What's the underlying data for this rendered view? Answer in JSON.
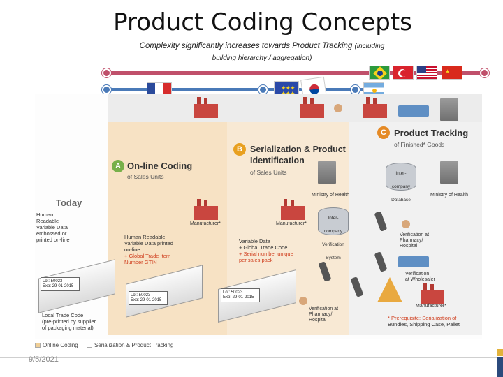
{
  "slide": {
    "title": "Product Coding Concepts",
    "subtitle_main": "Complexity significantly increases towards Product Tracking",
    "subtitle_paren_1": "(including",
    "subtitle_paren_2": "building hierarchy / aggregation)",
    "date": "9/5/2021"
  },
  "flags": {
    "top": [
      "brazil-flag",
      "turkey-flag",
      "usa-flag",
      "china-flag"
    ],
    "bottom": [
      "france-flag",
      "eu-flag",
      "korea-flag",
      "argentina-flag"
    ]
  },
  "diagram": {
    "today": "Today",
    "today_note": [
      "Human",
      "Readable",
      "Variable Data",
      "embossed or",
      "printed on-line"
    ],
    "step_a": {
      "letter": "A",
      "title": "On-line Coding",
      "sub": "of Sales Units"
    },
    "step_b": {
      "letter": "B",
      "title_1": "Serialization & Product",
      "title_2": "Identification",
      "sub": "of Sales Units"
    },
    "step_c": {
      "letter": "C",
      "title": "Product Tracking",
      "sub": "of Finished* Goods"
    },
    "a_note": [
      "Human Readable",
      "Variable Data printed",
      "on-line",
      "+ Global Trade Item",
      "Number GTIN"
    ],
    "b_note": [
      "Variable Data",
      "+ Global Trade Code",
      "+ Serial number unique",
      "per sales pack"
    ],
    "labels": {
      "manufacturer_a": "Manufacturer*",
      "manufacturer_b": "Manufacturer*",
      "manufacturer_c": "Manufacturer*",
      "ministry_b": "Ministry of Health",
      "ministry_c": "Ministry of Health",
      "database": [
        "Inter-",
        "company",
        "Database"
      ],
      "verification_system": [
        "Inter-",
        "company",
        "Verification",
        "System"
      ],
      "verif_pharmacy_c": [
        "Verification at",
        "Pharmacy/",
        "Hospital"
      ],
      "verif_wholesaler": [
        "Verification",
        "at Wholesaler"
      ],
      "verif_pharmacy_b": [
        "Verification at",
        "Pharmacy/",
        "Hospital"
      ]
    },
    "box_label": [
      "Lot: 50023",
      "Exp: 29-01-2015"
    ],
    "local_code": [
      "Local Trade Code",
      "(pre-printed by supplier",
      "of packaging material)"
    ],
    "prereq": [
      "* Prerequisite: Serialization of",
      "Bundles, Shipping Case, Pallet"
    ],
    "legend": {
      "online": "Online Coding",
      "serial": "Serialization & Product Tracking"
    }
  },
  "colors": {
    "rail_red": "#c0506b",
    "rail_blue": "#4a7ab8",
    "step_a": "#78b04a",
    "step_b": "#e8a020",
    "step_c": "#e58a25"
  }
}
